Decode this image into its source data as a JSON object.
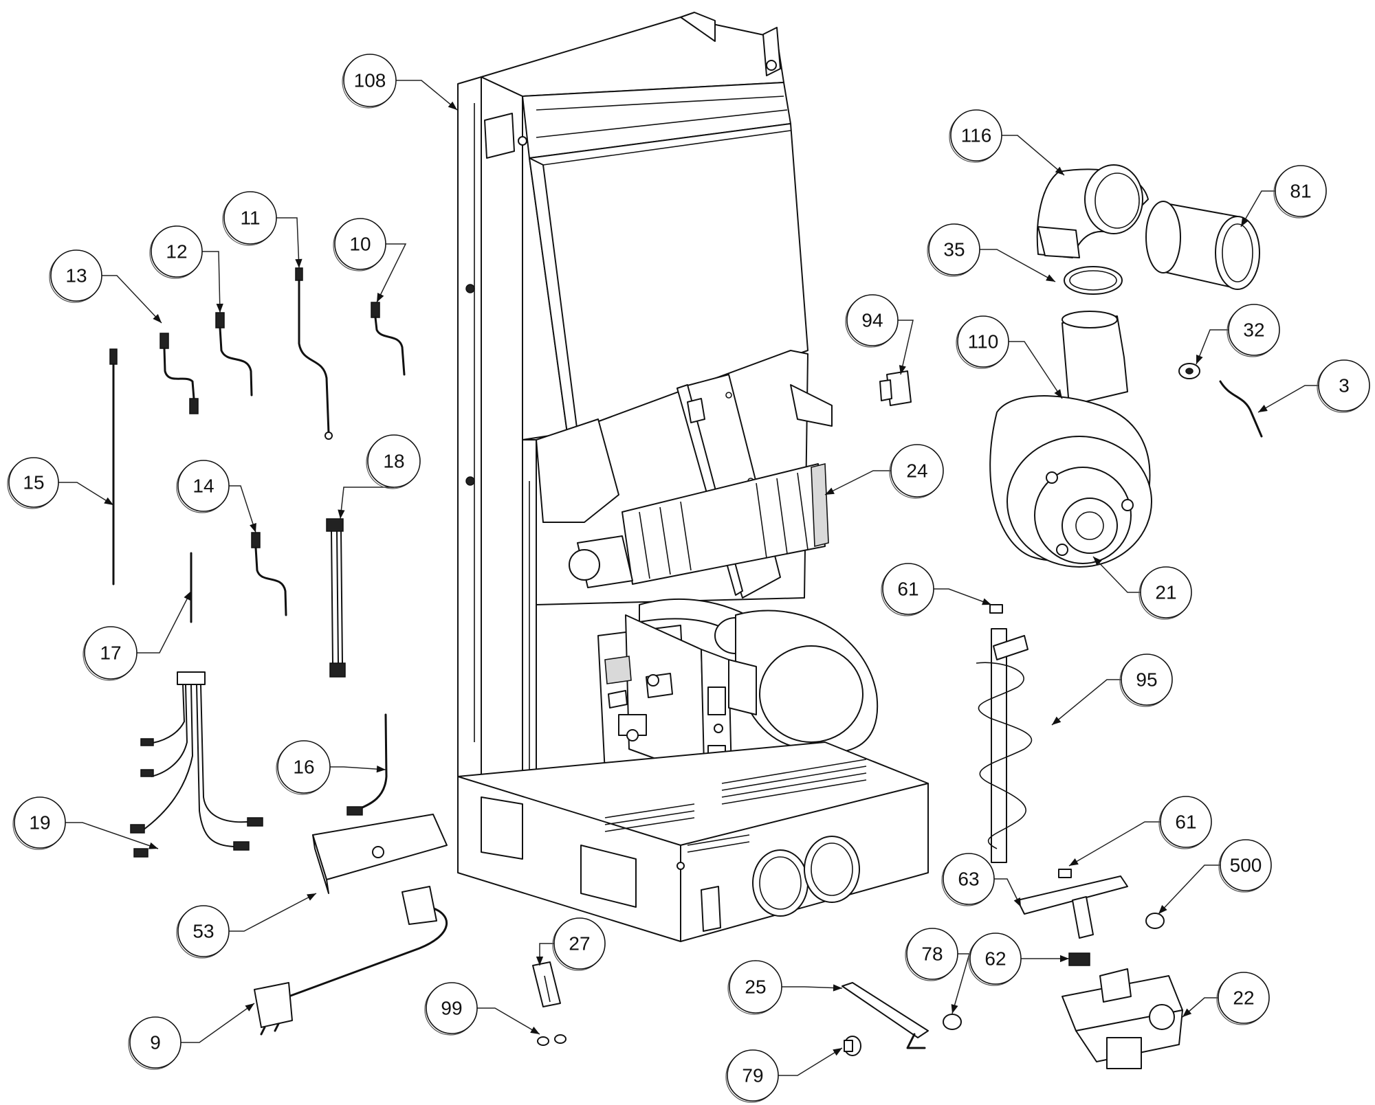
{
  "callouts": [
    {
      "label": "108"
    },
    {
      "label": "116"
    },
    {
      "label": "81"
    },
    {
      "label": "35"
    },
    {
      "label": "11"
    },
    {
      "label": "12"
    },
    {
      "label": "10"
    },
    {
      "label": "13"
    },
    {
      "label": "94"
    },
    {
      "label": "110"
    },
    {
      "label": "32"
    },
    {
      "label": "3"
    },
    {
      "label": "18"
    },
    {
      "label": "15"
    },
    {
      "label": "14"
    },
    {
      "label": "24"
    },
    {
      "label": "21"
    },
    {
      "label": "61"
    },
    {
      "label": "17"
    },
    {
      "label": "95"
    },
    {
      "label": "16"
    },
    {
      "label": "19"
    },
    {
      "label": "61"
    },
    {
      "label": "63"
    },
    {
      "label": "500"
    },
    {
      "label": "53"
    },
    {
      "label": "27"
    },
    {
      "label": "78"
    },
    {
      "label": "62"
    },
    {
      "label": "25"
    },
    {
      "label": "22"
    },
    {
      "label": "99"
    },
    {
      "label": "9"
    },
    {
      "label": "79"
    }
  ]
}
